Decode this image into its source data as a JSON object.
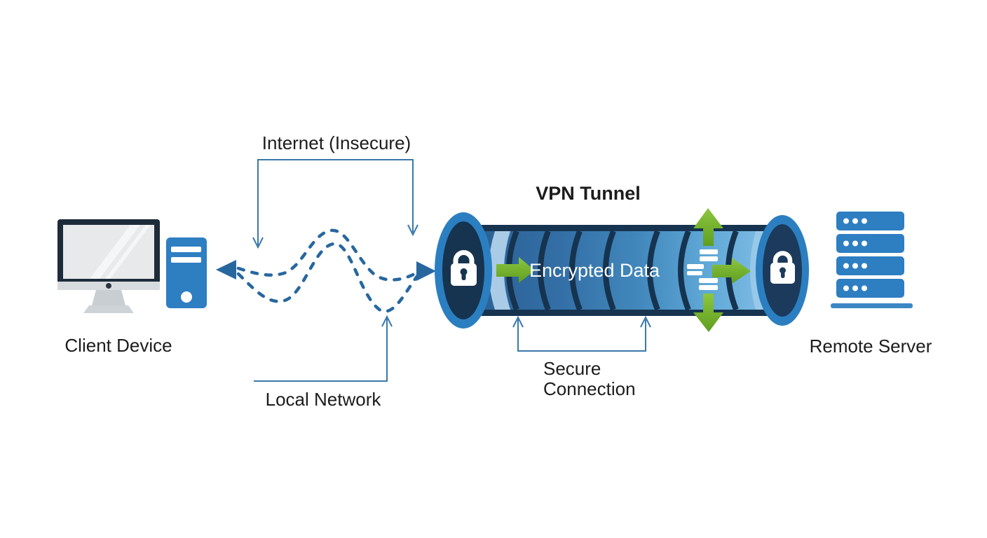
{
  "diagram": {
    "tunnel": {
      "title": "VPN Tunnel",
      "payload_label": "Encrypted Data"
    },
    "client": {
      "label": "Client Device"
    },
    "internet": {
      "label": "Internet (Insecure)"
    },
    "local_network": {
      "label": "Local Network"
    },
    "secure_connection": {
      "label": "Secure Connection"
    },
    "server": {
      "label": "Remote Server"
    },
    "colors": {
      "device_blue": "#2e7ec2",
      "monitor_frame": "#1d2b3a",
      "screen_gray": "#e7e9eb",
      "stand_gray": "#c9ced3",
      "dashed_blue": "#27679e",
      "connector_blue": "#3a78ab",
      "tunnel_dark": "#16334f",
      "ring_blue": "#2b7fc0",
      "light_band": "#a9cbe6",
      "arrow_green": "#76b82c",
      "label_text": "#1c1c1c"
    }
  }
}
